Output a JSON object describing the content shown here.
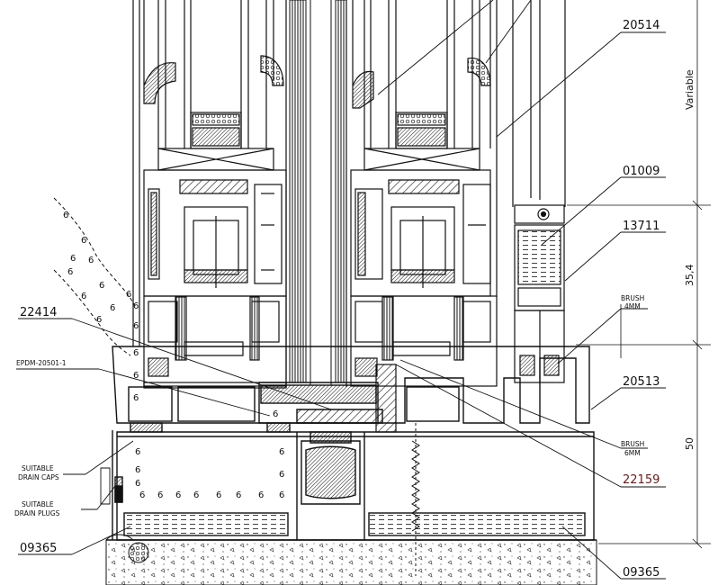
{
  "labels": {
    "top_right_code": "20514",
    "code_01009": "01009",
    "code_13711": "13711",
    "code_22414": "22414",
    "code_epdm": "EPDM-20501-1",
    "code_20513": "20513",
    "code_22159": "22159",
    "code_09365_left": "09365",
    "code_09365_right": "09365",
    "brush_4": "BRUSH",
    "brush_4_size": "4MM",
    "brush_6": "BRUSH",
    "brush_6_size": "6MM",
    "drain_caps_1": "SUITABLE",
    "drain_caps_2": "DRAIN CAPS",
    "drain_plugs_1": "SUITABLE",
    "drain_plugs_2": "DRAIN PLUGS",
    "water_drop": "6"
  },
  "dimensions": {
    "variable": "Variable",
    "d_35_4": "35,4",
    "d_50": "50"
  },
  "colors": {
    "line": "#111111",
    "highlight_code": "#6b1a1a"
  }
}
